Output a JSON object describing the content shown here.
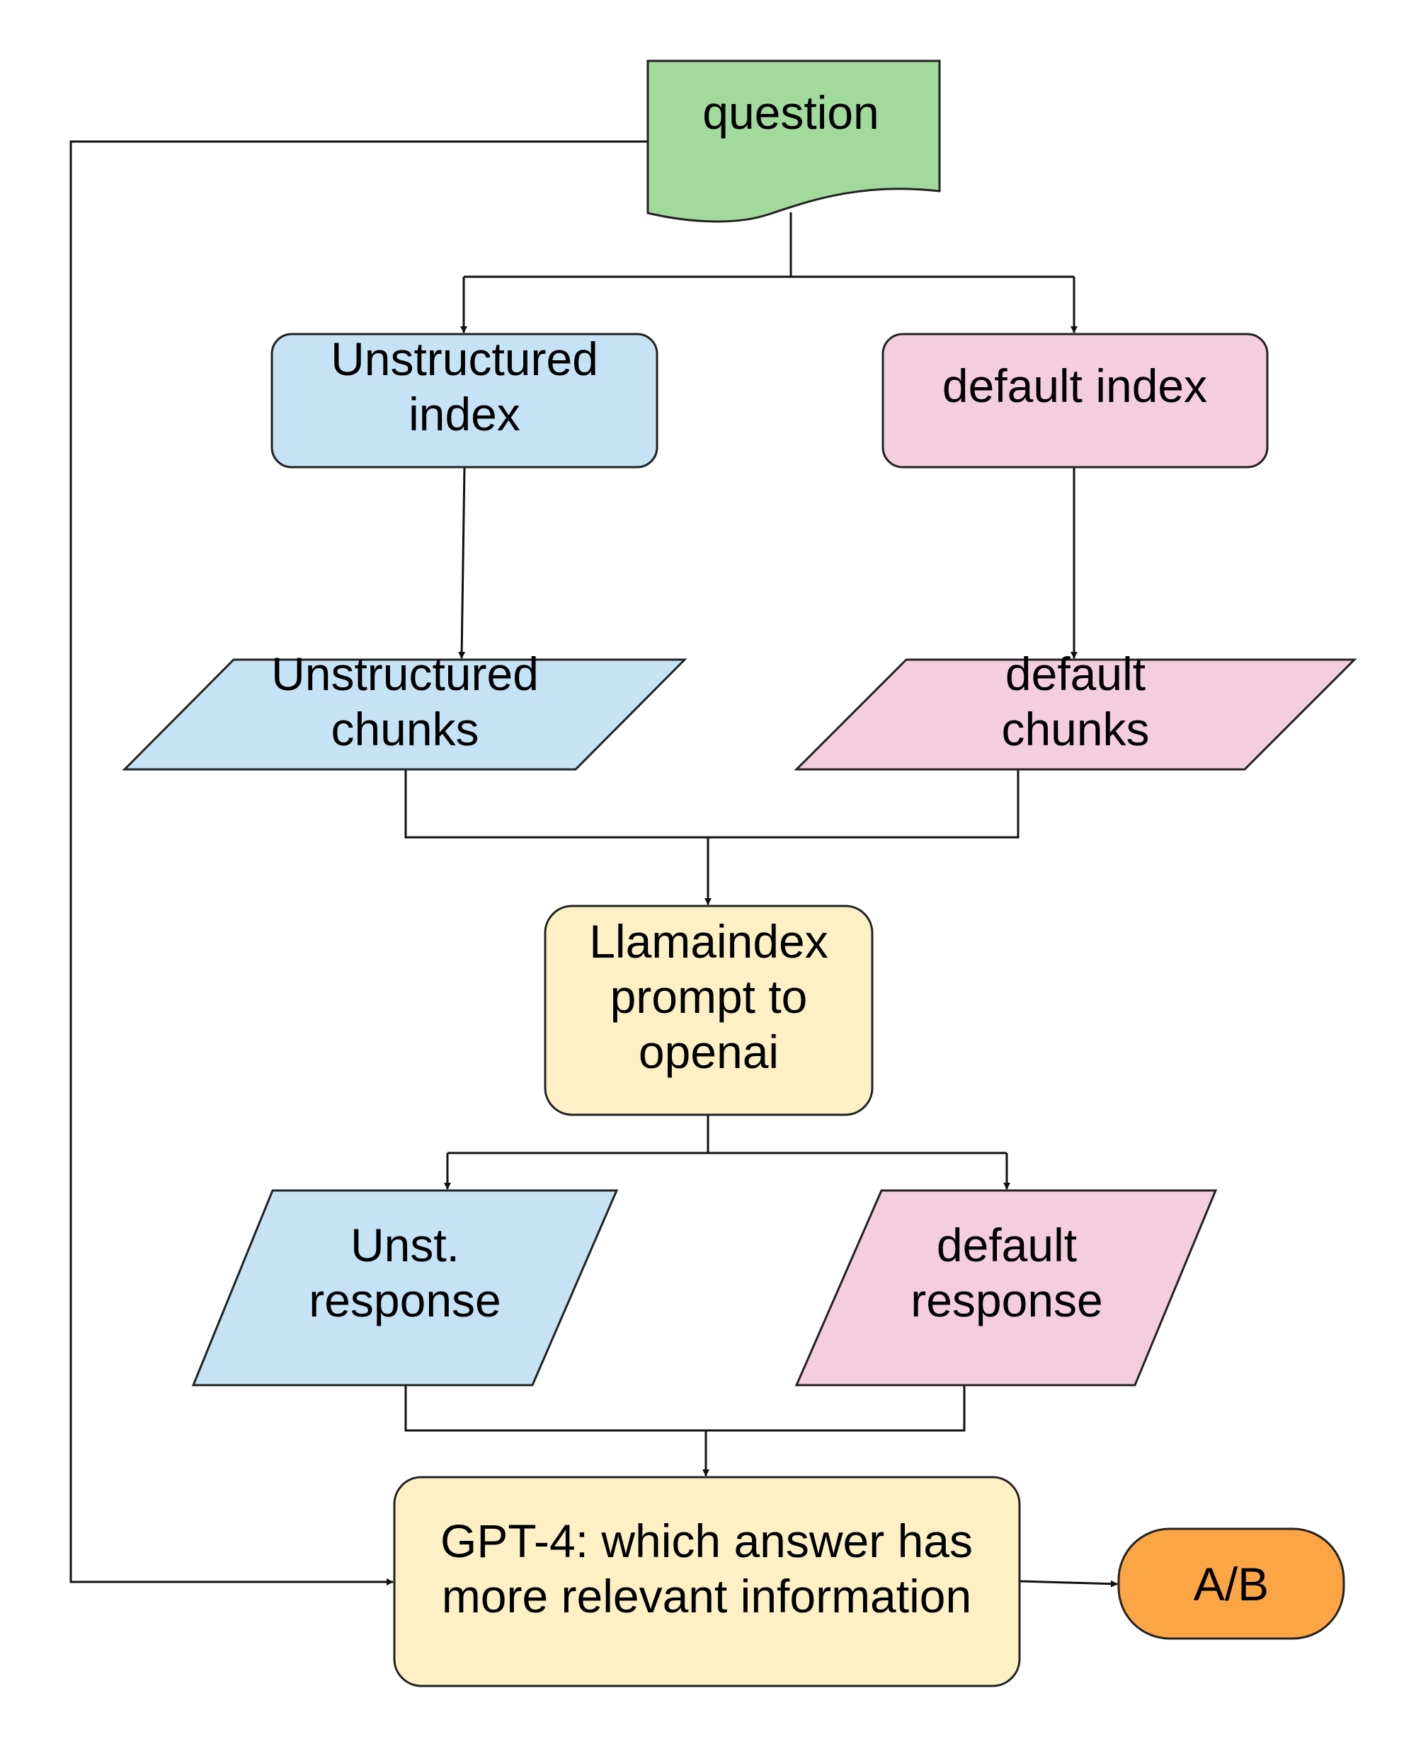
{
  "colors": {
    "question": "#a2d99d",
    "unstructured": "#c6e3f6",
    "default": "#f4cddf",
    "process": "#fdf0c5",
    "result": "#fba545",
    "line": "#111111"
  },
  "nodes": {
    "question": {
      "lines": [
        "question"
      ]
    },
    "unstructured_index": {
      "lines": [
        "Unstructured",
        "index"
      ]
    },
    "default_index": {
      "lines": [
        "default index"
      ]
    },
    "unstructured_chunks": {
      "lines": [
        "Unstructured",
        "chunks"
      ]
    },
    "default_chunks": {
      "lines": [
        "default",
        "chunks"
      ]
    },
    "llamaindex_prompt": {
      "lines": [
        "Llamaindex",
        "prompt to",
        "openai"
      ]
    },
    "unst_response": {
      "lines": [
        "Unst.",
        "response"
      ]
    },
    "default_response": {
      "lines": [
        "default",
        "response"
      ]
    },
    "gpt4_judge": {
      "lines": [
        "GPT-4: which answer has",
        "more relevant information"
      ]
    },
    "result": {
      "lines": [
        "A/B"
      ]
    }
  }
}
